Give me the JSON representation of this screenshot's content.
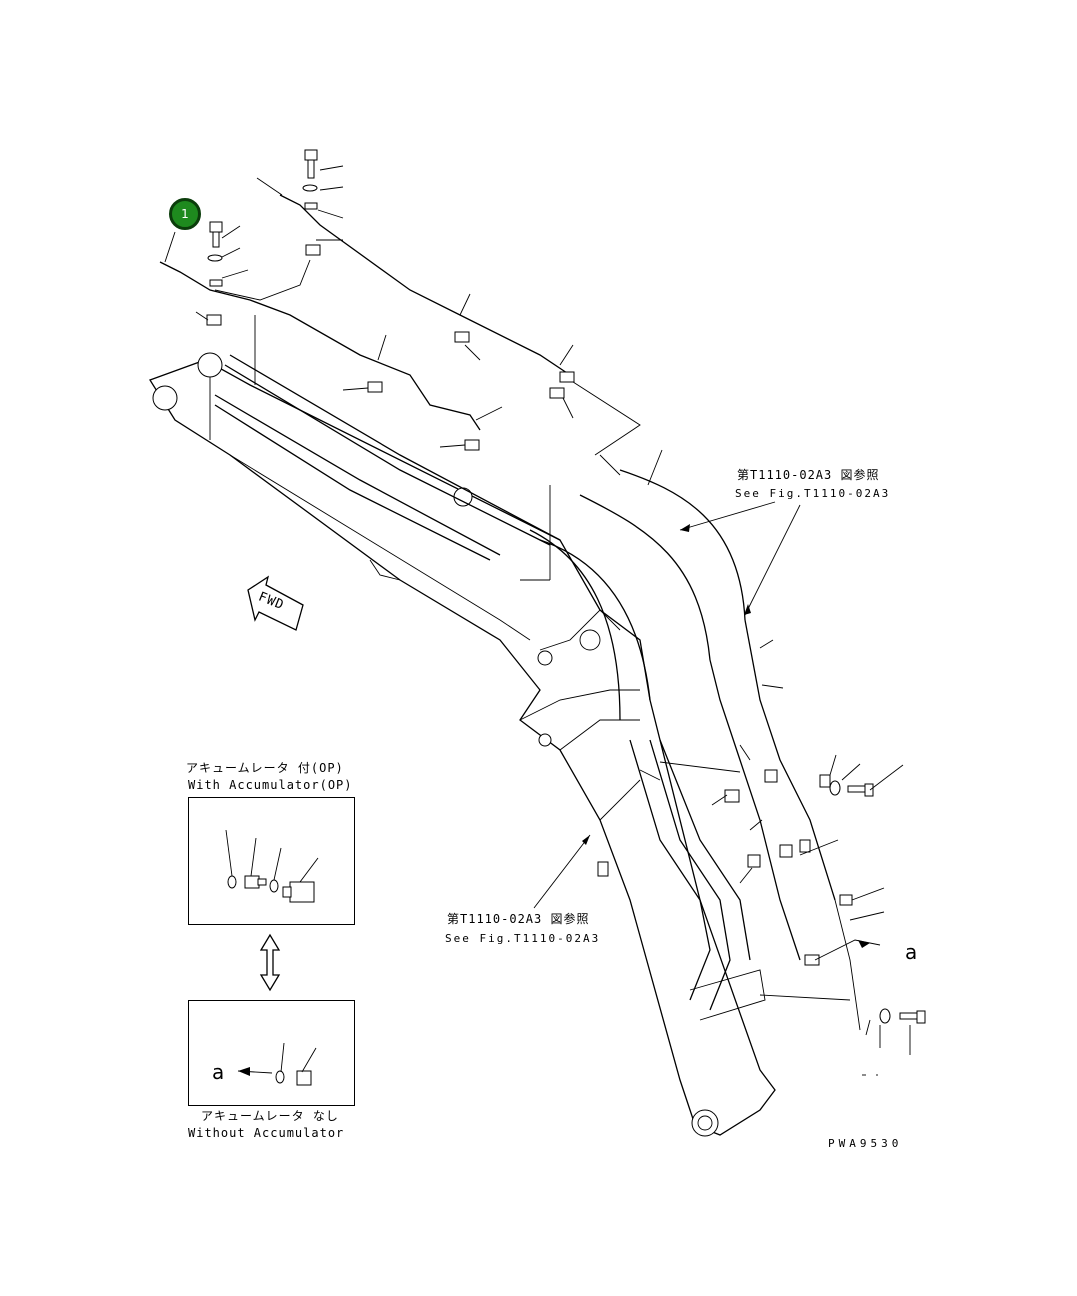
{
  "callout": {
    "number": "1"
  },
  "labels": {
    "ref_upper_jp": "第T1110-02A3 図参照",
    "ref_upper_en": "See Fig.T1110-02A3",
    "ref_lower_jp": "第T1110-02A3 図参照",
    "ref_lower_en": "See Fig.T1110-02A3",
    "fwd": "FWD",
    "with_acc_jp": "アキュームレータ 付(OP)",
    "with_acc_en": "With Accumulator(OP)",
    "without_acc_jp": "アキュームレータ なし",
    "without_acc_en": "Without Accumulator",
    "view_a_right": "a",
    "view_a_box": "a",
    "drawing_no": "PWA9530"
  }
}
